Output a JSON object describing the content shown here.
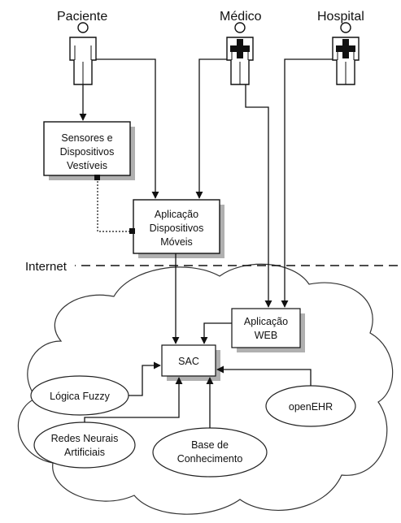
{
  "actors": {
    "paciente": {
      "label": "Paciente",
      "icon": "person-icon"
    },
    "medico": {
      "label": "Médico",
      "icon": "doctor-icon"
    },
    "hospital": {
      "label": "Hospital",
      "icon": "hospital-person-icon"
    }
  },
  "boxes": {
    "sensores": {
      "lines": [
        "Sensores e",
        "Dispositivos",
        "Vestíveis"
      ]
    },
    "app_moveis": {
      "lines": [
        "Aplicação",
        "Dispositivos",
        "Móveis"
      ]
    },
    "app_web": {
      "lines": [
        "Aplicação",
        "WEB"
      ]
    },
    "sac": {
      "lines": [
        "SAC"
      ]
    }
  },
  "ellipses": {
    "fuzzy": {
      "lines": [
        "Lógica Fuzzy"
      ]
    },
    "redes": {
      "lines": [
        "Redes Neurais",
        "Artificiais"
      ]
    },
    "base": {
      "lines": [
        "Base de",
        "Conhecimento"
      ]
    },
    "openehr": {
      "lines": [
        "openEHR"
      ]
    }
  },
  "internet": {
    "label": "Internet"
  },
  "colors": {
    "stroke": "#111111",
    "cross": "#111111",
    "box_shadow": "#b0b0b0",
    "cloud": "#333333"
  }
}
